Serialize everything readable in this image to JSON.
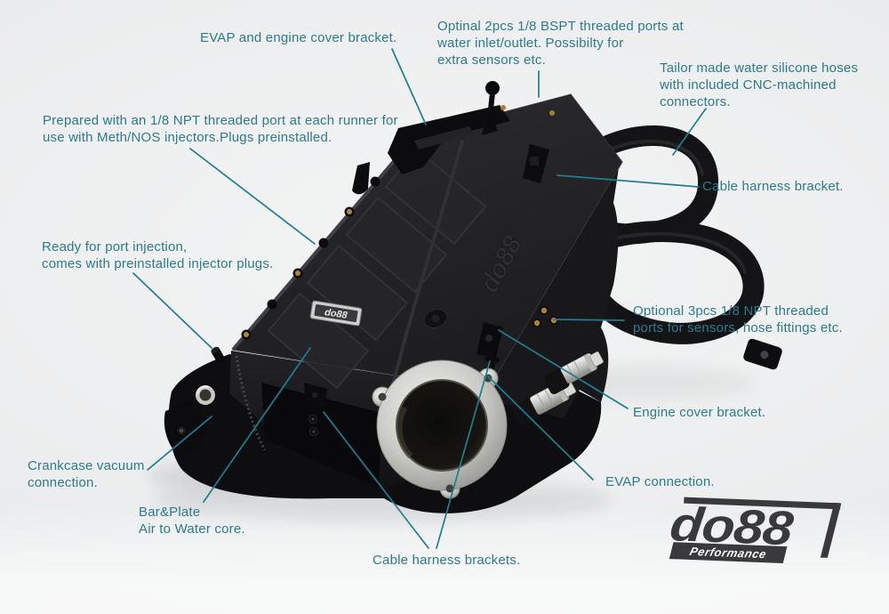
{
  "colors": {
    "label_text": "#2c7b8d",
    "callout_line": "#1e7e92",
    "logo_dark": "#3a3a3c",
    "brass_port": "#ad8230",
    "product_black": "#141416"
  },
  "callouts": [
    {
      "id": "evap-engine-cover-bracket",
      "text": "EVAP and engine cover bracket."
    },
    {
      "id": "bspt-water-ports",
      "text": "Optinal 2pcs 1/8 BSPT threaded ports at\nwater inlet/outlet. Possibilty for\nextra sensors etc."
    },
    {
      "id": "silicone-hoses",
      "text": "Tailor made water silicone hoses\nwith included CNC-machined\nconnectors."
    },
    {
      "id": "npt-runner-ports",
      "text": "Prepared with an 1/8 NPT threaded port at each runner for\nuse with Meth/NOS injectors.Plugs preinstalled."
    },
    {
      "id": "cable-harness-bracket",
      "text": "Cable harness bracket."
    },
    {
      "id": "port-injection",
      "text": "Ready for port injection,\ncomes with preinstalled injector plugs."
    },
    {
      "id": "npt-sensor-ports",
      "text": "Optional 3pcs 1/8 NPT threaded\nports for sensors, hose fittings etc."
    },
    {
      "id": "engine-cover-bracket",
      "text": "Engine cover bracket."
    },
    {
      "id": "crankcase-vacuum",
      "text": "Crankcase vacuum\nconnection."
    },
    {
      "id": "bar-plate-core",
      "text": "Bar&Plate\nAir to Water core."
    },
    {
      "id": "evap-connection",
      "text": "EVAP connection."
    },
    {
      "id": "cable-harness-brackets",
      "text": "Cable harness brackets."
    }
  ],
  "logo": {
    "brand": "do88",
    "tagline": "Performance"
  },
  "product": {
    "badge": "do88",
    "emboss": "do88"
  }
}
